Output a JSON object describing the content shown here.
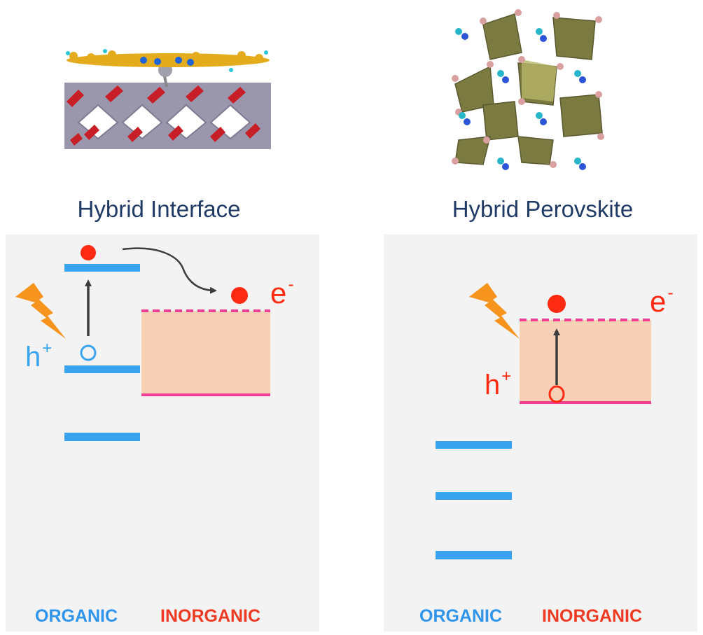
{
  "left_panel": {
    "title": "Hybrid Interface",
    "electron_label": "e",
    "electron_sup": "-",
    "hole_label": "h",
    "hole_sup": "+",
    "organic_label": "ORGANIC",
    "inorganic_label": "INORGANIC"
  },
  "right_panel": {
    "title": "Hybrid Perovskite",
    "electron_label": "e",
    "electron_sup": "-",
    "hole_label": "h",
    "hole_sup": "+",
    "organic_label": "ORGANIC",
    "inorganic_label": "INORGANIC"
  },
  "colors": {
    "organic_level": "#3aa3f0",
    "inorganic_edge": "#ee3f93",
    "inorganic_band": "#f7d1b6",
    "electron": "#ff2a12",
    "hole_organic": "#3aa3f0",
    "hole_inorganic": "#ff2a12",
    "arrow": "#3c3c3c",
    "panel_bg": "#f3f3f3",
    "lightning": "#f7941d"
  }
}
